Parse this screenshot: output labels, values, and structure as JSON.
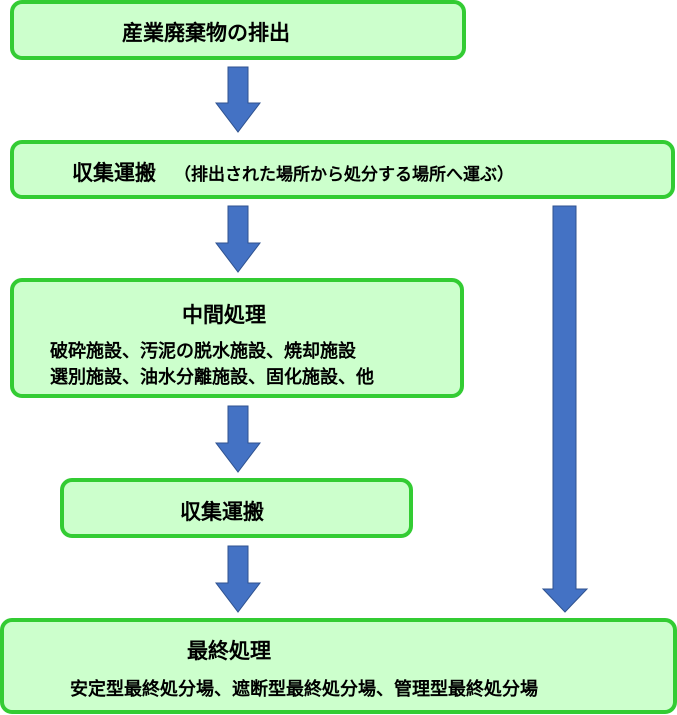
{
  "diagram": {
    "colors": {
      "box_fill": "#ccffcc",
      "box_border": "#33cc33",
      "arrow_fill": "#4472c4"
    },
    "steps": [
      {
        "title": "産業廃棄物の排出"
      },
      {
        "title": "収集運搬",
        "note": "（排出された場所から処分する場所へ運ぶ）"
      },
      {
        "title": "中間処理",
        "lines": [
          "破砕施設、汚泥の脱水施設、焼却施設",
          "選別施設、油水分離施設、固化施設、他"
        ]
      },
      {
        "title": "収集運搬"
      },
      {
        "title": "最終処理",
        "lines": [
          "安定型最終処分場、遮断型最終処分場、管理型最終処分場"
        ]
      }
    ],
    "arrows": [
      {
        "from": "産業廃棄物の排出",
        "to": "収集運搬"
      },
      {
        "from": "収集運搬",
        "to": "中間処理"
      },
      {
        "from": "中間処理",
        "to": "収集運搬"
      },
      {
        "from": "収集運搬",
        "to": "最終処理"
      },
      {
        "from": "収集運搬",
        "to": "最終処理",
        "bypass": true
      }
    ]
  }
}
